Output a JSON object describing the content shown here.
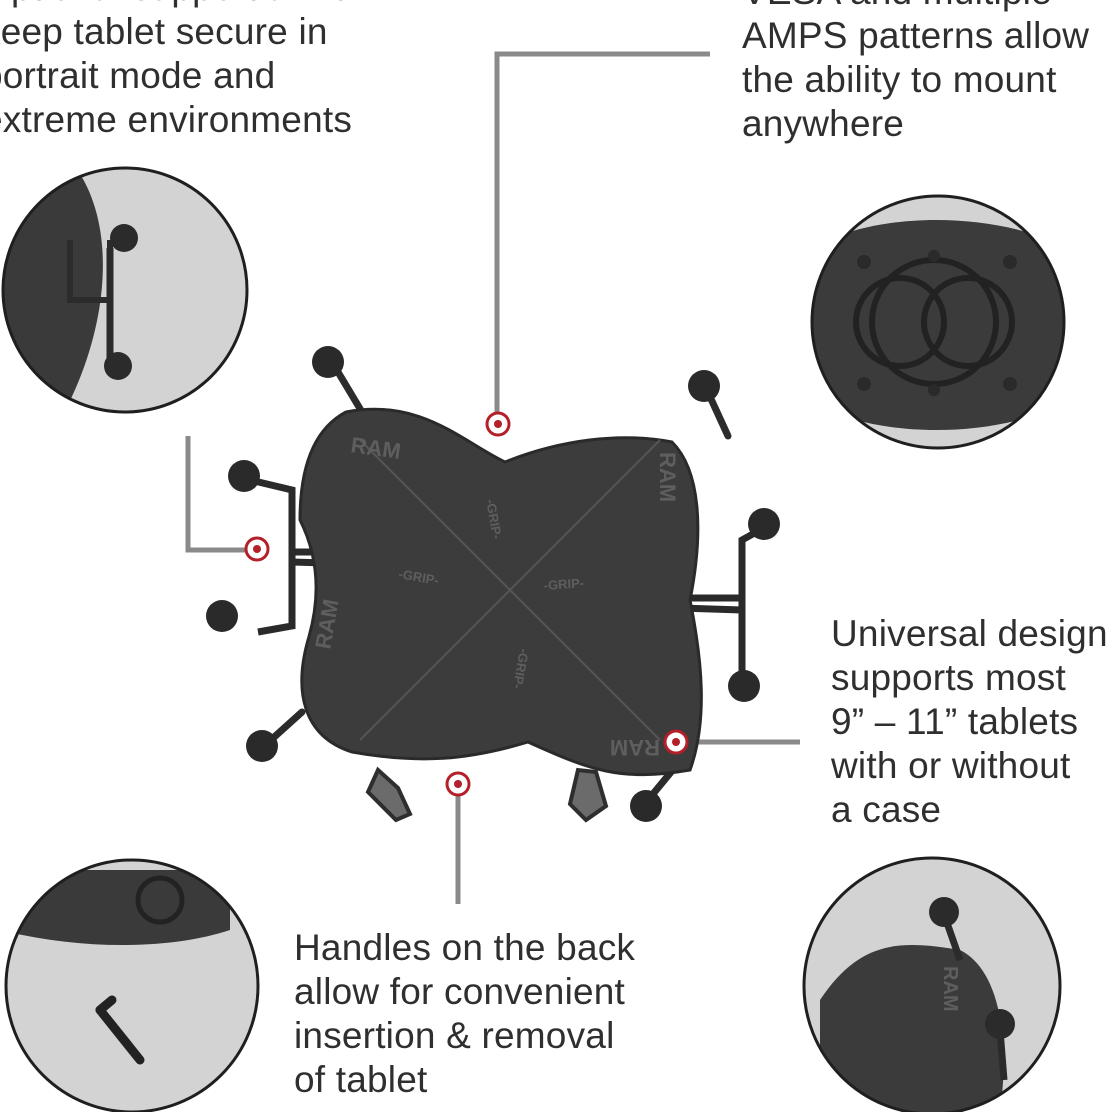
{
  "callouts": {
    "top_left": {
      "lines": [
        "Optional support arms",
        "keep tablet secure in",
        "portrait mode and",
        "extreme environments"
      ]
    },
    "top_right": {
      "lines": [
        "VESA and multiple",
        "AMPS patterns allow",
        "the ability to mount",
        "anywhere"
      ]
    },
    "right": {
      "lines": [
        "Universal design",
        "supports most",
        "9” – 11” tablets",
        "with or without",
        "a case"
      ]
    },
    "bottom": {
      "lines": [
        "Handles on the back",
        "allow for convenient",
        "insertion & removal",
        "of tablet"
      ]
    }
  },
  "product": {
    "brand_marks": [
      "RAM",
      "RAM",
      "RAM",
      "RAM",
      "RAM"
    ],
    "grip_marks": [
      "-GRIP-",
      "-GRIP-",
      "-GRIP-",
      "-GRIP-"
    ]
  },
  "colors": {
    "text": "#2f2f2f",
    "leader_line": "#8a8a8a",
    "marker_ring": "#b3202a",
    "product_body": "#3c3c3c",
    "detail_background": "#d2d2d2"
  }
}
